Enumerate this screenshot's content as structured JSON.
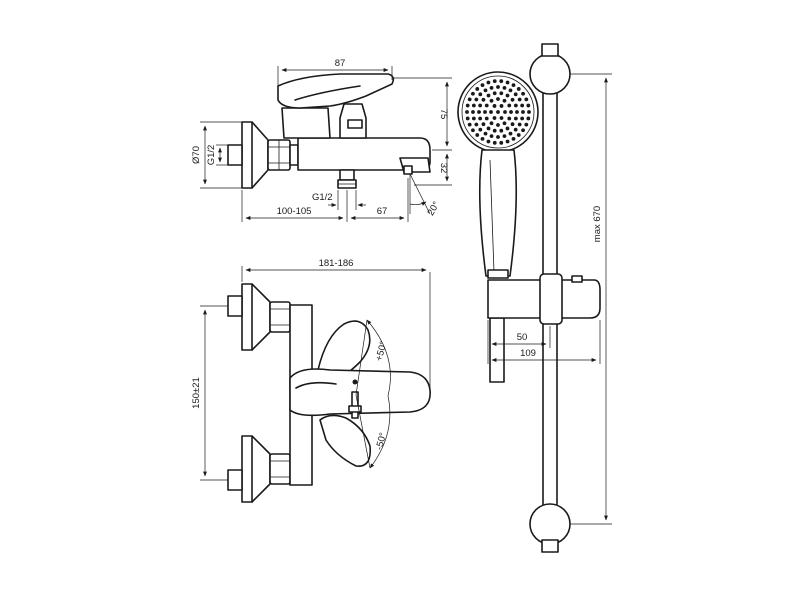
{
  "labels": {
    "top_width": "87",
    "height_75": "75",
    "height_32": "32",
    "diameter": "Ø70",
    "thread_side": "G1/2",
    "thread_bottom": "G1/2",
    "wall_distance": "100-105",
    "spout_length": "67",
    "spout_angle": "20°",
    "body_width": "181-186",
    "center_distance": "150±21",
    "angle_plus": "+50°",
    "angle_minus": "-50°",
    "bracket_50": "50",
    "bracket_109": "109",
    "rail_height": "max 670"
  }
}
